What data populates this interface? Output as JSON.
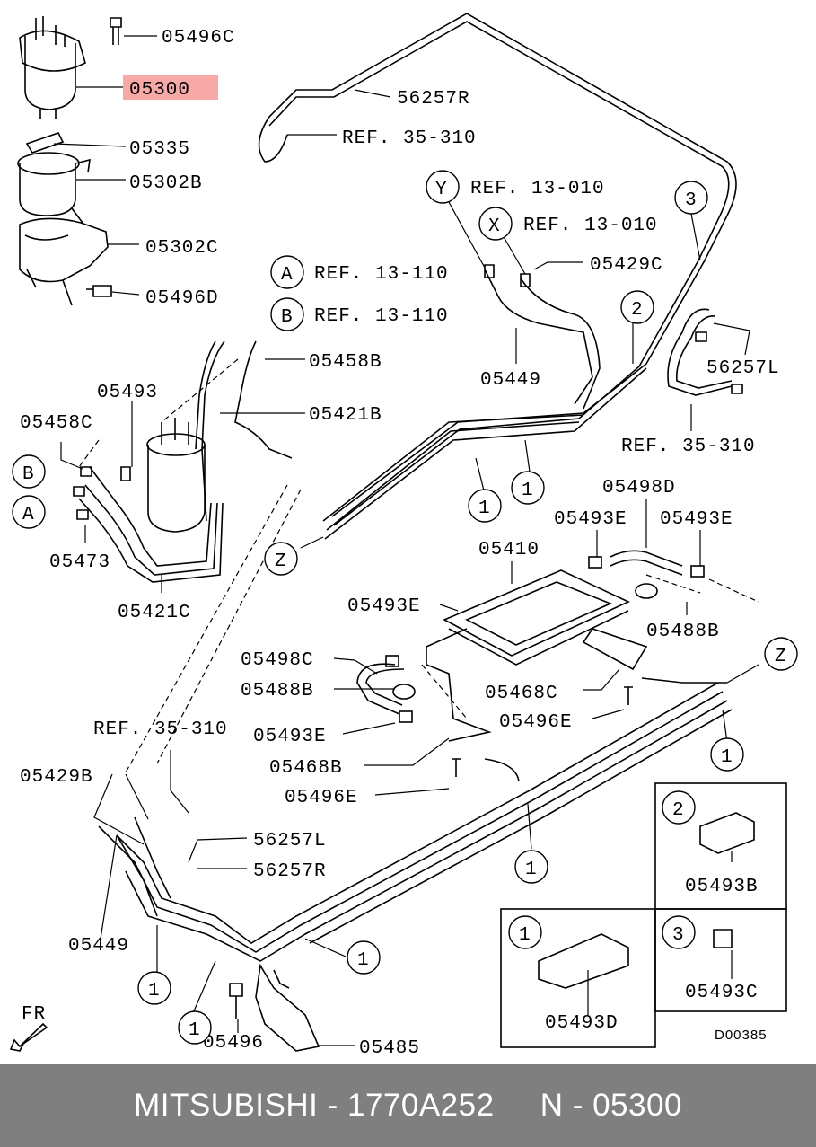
{
  "diagram": {
    "highlight_color": "#f7a9a8",
    "labels": {
      "p05496C": "05496C",
      "p05300": "05300",
      "p56257R_top": "56257R",
      "ref35310_top": "REF. 35-310",
      "p05335": "05335",
      "p05302B": "05302B",
      "refY": "REF. 13-010",
      "refX": "REF. 13-010",
      "p05302C": "05302C",
      "refA": "REF. 13-110",
      "p05429C": "05429C",
      "p05496D": "05496D",
      "refB": "REF. 13-110",
      "p56257L_right": "56257L",
      "p05458B": "05458B",
      "p05449_mid": "05449",
      "p05493": "05493",
      "p05421B": "05421B",
      "p05458C": "05458C",
      "ref35310_right": "REF. 35-310",
      "p05498D": "05498D",
      "p05493E_a": "05493E",
      "p05493E_b": "05493E",
      "p05410": "05410",
      "p05473": "05473",
      "p05493E_c": "05493E",
      "p05488B_right": "05488B",
      "p05421C": "05421C",
      "p05498C": "05498C",
      "p05468C": "05468C",
      "p05488B_left": "05488B",
      "p05496E_right": "05496E",
      "ref35310_lower": "REF. 35-310",
      "p05493E_d": "05493E",
      "p05468B": "05468B",
      "p05429B": "05429B",
      "p05496E_left": "05496E",
      "p56257L_lower": "56257L",
      "p56257R_lower": "56257R",
      "p05493B": "05493B",
      "p05449_bottom": "05449",
      "p05493D": "05493D",
      "p05493C": "05493C",
      "p05485": "05485",
      "p05496": "05496",
      "fr": "FR",
      "code": "D00385"
    },
    "markers": {
      "Y": "Y",
      "X": "X",
      "A": "A",
      "B": "B",
      "Z": "Z",
      "one": "1",
      "two": "2",
      "three": "3"
    }
  },
  "footer": {
    "text": "MITSUBISHI - 1770A252     N - 05300"
  }
}
